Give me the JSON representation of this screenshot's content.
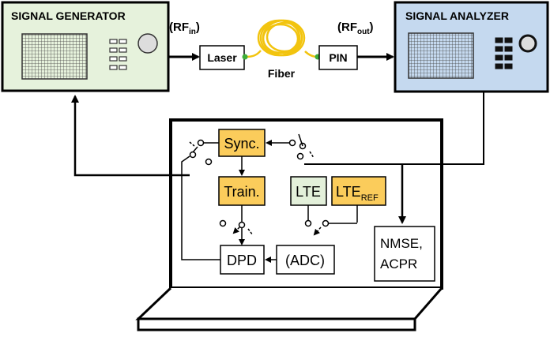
{
  "instruments": {
    "generator": {
      "title": "SIGNAL GENERATOR",
      "fill": "#e6f2dc"
    },
    "analyzer": {
      "title": "SIGNAL ANALYZER",
      "fill": "#c5d9ef"
    }
  },
  "link": {
    "rf_in": {
      "base": "(RF",
      "sub": "in",
      "close": ")"
    },
    "rf_out": {
      "base": "(RF",
      "sub": "out",
      "close": ")"
    },
    "laser": "Laser",
    "fiber": "Fiber",
    "pin": "PIN",
    "fiber_color": "#f2c40f"
  },
  "dsp": {
    "sync": "Sync.",
    "train": "Train.",
    "lte": "LTE",
    "lte_ref": {
      "base": "LTE",
      "sub": "REF"
    },
    "dpd": "DPD",
    "adc": "(ADC)",
    "metrics_line1": "NMSE,",
    "metrics_line2": "ACPR",
    "colors": {
      "highlight": "#fbcc5b",
      "lte": "#e3f0da"
    }
  }
}
